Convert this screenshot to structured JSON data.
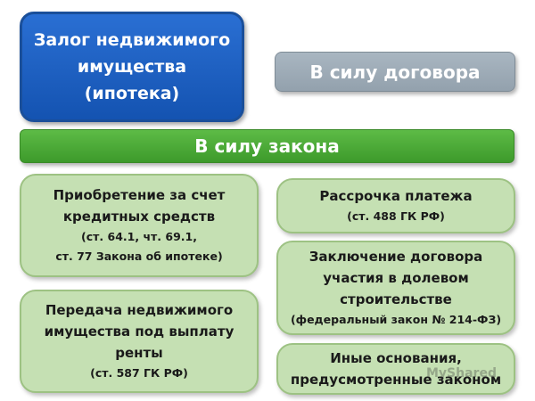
{
  "title": {
    "line1": "Залог недвижимого",
    "line2": "имущества",
    "line3": "(ипотека)"
  },
  "by_contract": "В силу договора",
  "by_law": "В силу закона",
  "boxes": {
    "purchase": {
      "line1": "Приобретение за счет",
      "line2": "кредитных средств",
      "ref1": "(ст. 64.1, чт. 69.1,",
      "ref2": "ст. 77 Закона об ипотеке)"
    },
    "rent": {
      "line1": "Передача недвижимого",
      "line2": "имущества под выплату",
      "line3": "ренты",
      "ref": "(ст. 587 ГК РФ)"
    },
    "installment": {
      "line1": "Рассрочка платежа",
      "ref": "(ст. 488 ГК РФ)"
    },
    "shared": {
      "line1": "Заключение договора",
      "line2": "участия в долевом",
      "line3": "строительстве",
      "ref": "(федеральный закон № 214-ФЗ)"
    },
    "other": {
      "line1": "Иные основания,",
      "line2": "предусмотренные законом"
    }
  },
  "watermark": "MyShared"
}
